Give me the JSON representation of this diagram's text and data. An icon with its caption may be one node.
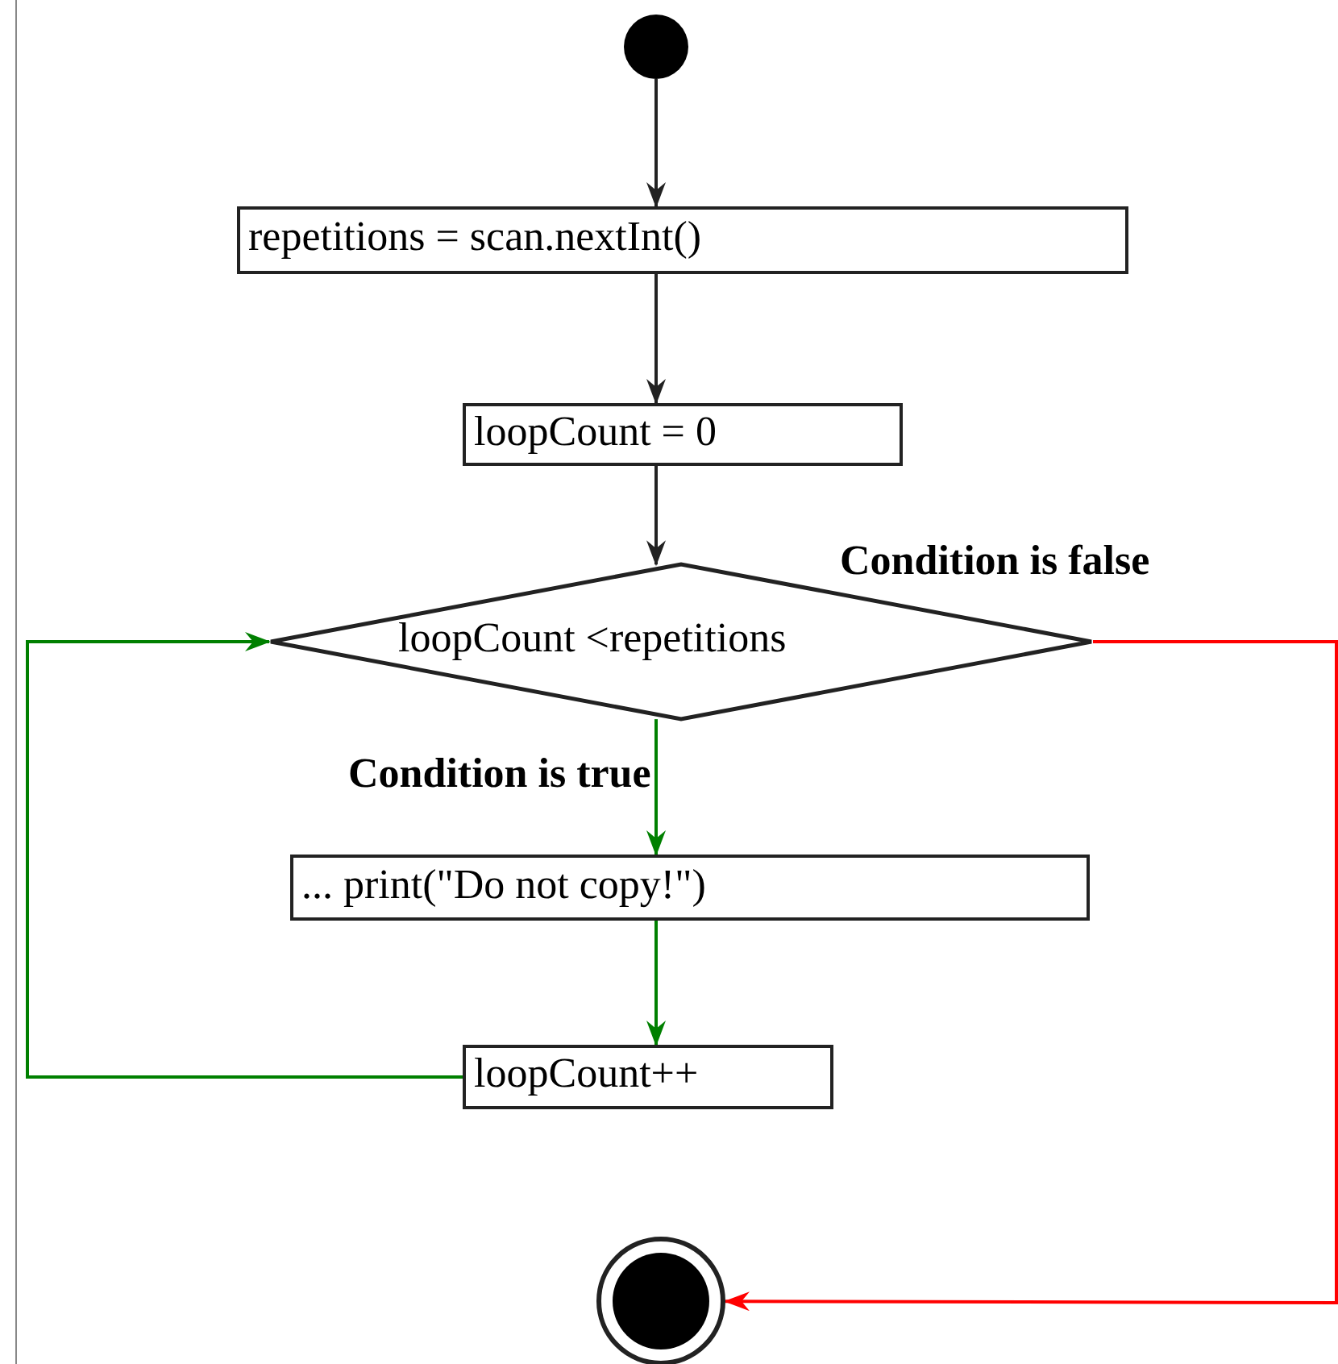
{
  "diagram": {
    "nodes": [
      {
        "text": [],
        "shape": "circle"
      },
      {
        "text": [
          "repetitions = scan.nextInt()"
        ]
      },
      {
        "text": [
          "loopCount = 0"
        ]
      },
      {
        "text": [
          "loopCount <repetitions"
        ]
      },
      {
        "text": [
          "... print(\"Do not copy!\")"
        ]
      },
      {
        "text": [
          "loopCount++"
        ]
      },
      {
        "text": [],
        "shape": "bullseye"
      }
    ],
    "edges": [
      {
        "from": 0,
        "to": 1,
        "arrow": "to"
      },
      {
        "from": 1,
        "to": 2,
        "arrow": "to"
      },
      {
        "from": 2,
        "to": 3,
        "arrow": "to"
      },
      {
        "from": 3,
        "to": 4,
        "arrow": "to",
        "label": "Condition is true",
        "color": "#008000"
      },
      {
        "from": 4,
        "to": 5,
        "arrow": "to",
        "color": "#008000"
      },
      {
        "from": 5,
        "to": 3,
        "arrow": "to",
        "color": "#008000"
      },
      {
        "from": 3,
        "to": 6,
        "arrow": "to",
        "label": "Condition is false",
        "color": "#ff0000"
      }
    ]
  }
}
